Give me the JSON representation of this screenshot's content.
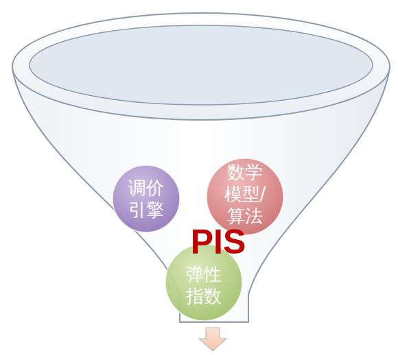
{
  "diagram": {
    "nodes": [
      {
        "text": [
          "调价 引擎"
        ]
      },
      {
        "text": [
          "数学 模型/ 算法"
        ]
      },
      {
        "text": [
          "弹性 指数"
        ]
      }
    ],
    "labels": [
      "PIS"
    ]
  }
}
